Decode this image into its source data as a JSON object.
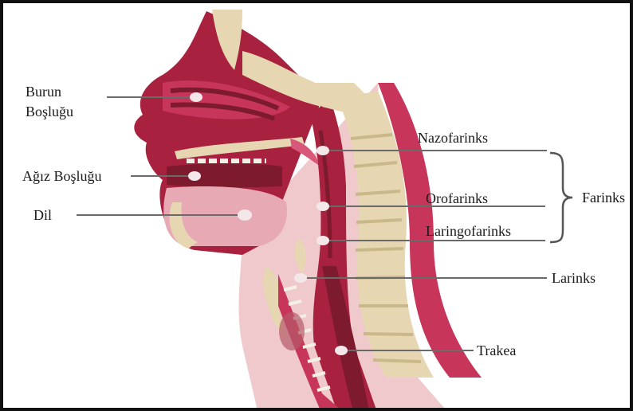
{
  "labels": {
    "burun_1": "Burun",
    "burun_2": "Boşluğu",
    "agiz": "Ağız Boşluğu",
    "dil": "Dil",
    "nazofarinks": "Nazofarinks",
    "orofarinks": "Orofarinks",
    "laringofarinks": "Laringofarinks",
    "farinks": "Farinks",
    "larinks": "Larinks",
    "trakea": "Trakea"
  },
  "colors": {
    "tissue": "#a8213f",
    "tissue_dark": "#7e1a2e",
    "tissue_light": "#d9587a",
    "bone": "#e6d7b2",
    "bone_dark": "#c9b88a",
    "skin": "#f0c0c6",
    "tongue": "#e7a9b4"
  }
}
